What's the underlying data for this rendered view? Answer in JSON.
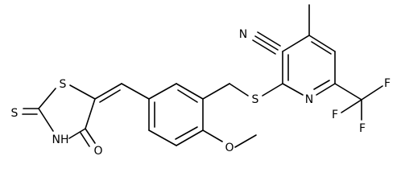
{
  "molecule": {
    "labels": {
      "nitrile_n": "N",
      "methyl": "",
      "pyridine_n": "N",
      "thioether_s": "S",
      "cf3_f1": "F",
      "cf3_f2": "F",
      "cf3_f3": "F",
      "methoxy_o": "O",
      "thiazolidine_s": "S",
      "thione_s": "S",
      "nh": "NH",
      "carbonyl_o": "O"
    }
  }
}
